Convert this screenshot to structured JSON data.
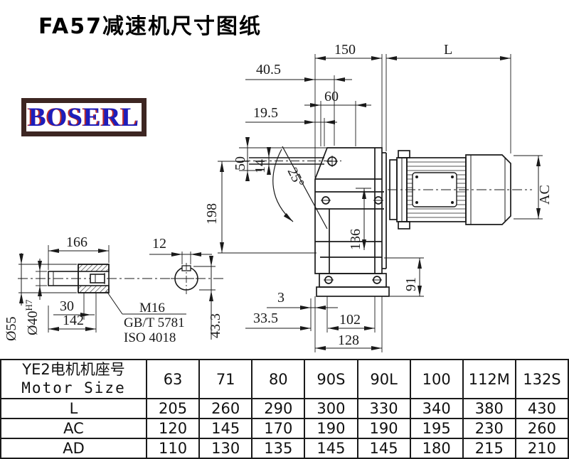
{
  "title": "FA57减速机尺寸图纸",
  "logo": {
    "text": "BOSERL",
    "border_color": "#3d2622",
    "text_color": "#1d1dbb",
    "shadow_color": "#c22a22"
  },
  "drawing": {
    "main_view": {
      "dims": {
        "d150": "150",
        "dL": "L",
        "d40_5": "40.5",
        "d60": "60",
        "d19_5": "19.5",
        "d50": "50",
        "d14": "14",
        "d198": "198",
        "d25": "25°",
        "d136": "136",
        "d91": "91",
        "d3": "3",
        "d33_5": "33.5",
        "d102": "102",
        "d128": "128",
        "dAC": "AC"
      }
    },
    "shaft_detail": {
      "dims": {
        "d166": "166",
        "d12": "12",
        "d30": "30",
        "d142": "142",
        "d43_3": "43.3",
        "d55": "Ø55",
        "d40": "Ø40",
        "d40sup": "H7"
      },
      "thread_note": {
        "line1": "M16",
        "line2": "GB/T 5781",
        "line3": "ISO 4018"
      }
    }
  },
  "table": {
    "header_label_line1": "YE2电机机座号",
    "header_label_line2": "Motor Size",
    "columns": [
      "63",
      "71",
      "80",
      "90S",
      "90L",
      "100",
      "112M",
      "132S"
    ],
    "rows": [
      {
        "label": "L",
        "values": [
          "205",
          "260",
          "290",
          "300",
          "330",
          "340",
          "380",
          "430"
        ]
      },
      {
        "label": "AC",
        "values": [
          "120",
          "145",
          "170",
          "190",
          "190",
          "195",
          "230",
          "260"
        ]
      },
      {
        "label": "AD",
        "values": [
          "110",
          "130",
          "135",
          "145",
          "145",
          "180",
          "215",
          "210"
        ]
      }
    ]
  }
}
